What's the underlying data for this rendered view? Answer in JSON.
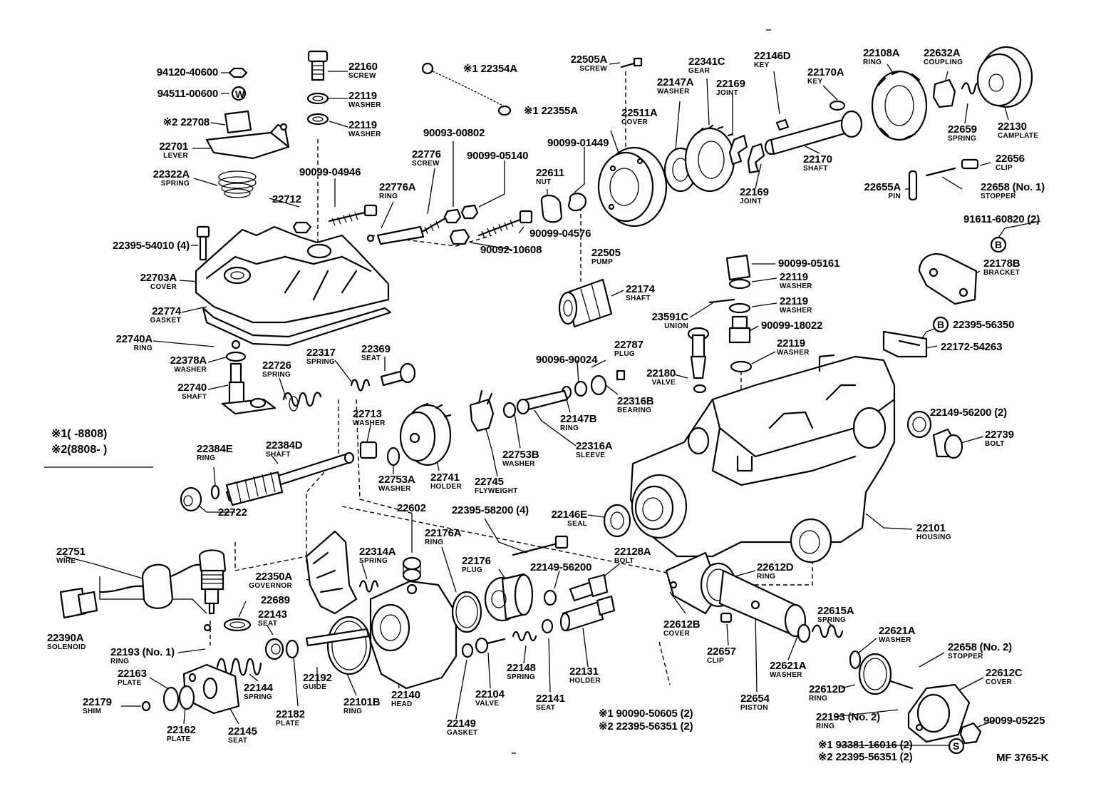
{
  "labels": [
    {
      "num": "22160",
      "desc": "SCREW"
    },
    {
      "num": "22119",
      "desc": "WASHER"
    },
    {
      "num": "22119",
      "desc": "WASHER"
    },
    {
      "num": "94120-40600"
    },
    {
      "num": "94511-00600"
    },
    {
      "num": "※2 22708"
    },
    {
      "num": "22701",
      "desc": "LEVER"
    },
    {
      "num": "22322A",
      "desc": "SPRING"
    },
    {
      "num": "22712"
    },
    {
      "num": "90099-04946"
    },
    {
      "num": "22395-54010 (4)"
    },
    {
      "num": "22703A",
      "desc": "COVER"
    },
    {
      "num": "22774",
      "desc": "GASKET"
    },
    {
      "num": "22740A",
      "desc": "RING"
    },
    {
      "num": "22378A",
      "desc": "WASHER"
    },
    {
      "num": "22740",
      "desc": "SHAFT"
    },
    {
      "num": "22726",
      "desc": "SPRING"
    },
    {
      "num": "22317",
      "desc": "SPRING"
    },
    {
      "num": "22369",
      "desc": "SEAT"
    },
    {
      "num": "※1 22354A"
    },
    {
      "num": "※1 22355A"
    },
    {
      "num": "90093-00802"
    },
    {
      "num": "22776",
      "desc": "SCREW"
    },
    {
      "num": "90099-05140"
    },
    {
      "num": "22776A",
      "desc": "RING"
    },
    {
      "num": "22505A",
      "desc": "SCREW"
    },
    {
      "num": "90099-01449"
    },
    {
      "num": "22611",
      "desc": "NUT"
    },
    {
      "num": "90099-04576"
    },
    {
      "num": "90092-10608"
    },
    {
      "num": "22511A",
      "desc": "COVER"
    },
    {
      "num": "22505",
      "desc": "PUMP"
    },
    {
      "num": "22341C",
      "desc": "GEAR"
    },
    {
      "num": "22147A",
      "desc": "WASHER"
    },
    {
      "num": "22169",
      "desc": "JOINT"
    },
    {
      "num": "22169",
      "desc": "JOINT"
    },
    {
      "num": "22146D",
      "desc": "KEY"
    },
    {
      "num": "22170A",
      "desc": "KEY"
    },
    {
      "num": "22170",
      "desc": "SHAFT"
    },
    {
      "num": "22108A",
      "desc": "RING"
    },
    {
      "num": "22632A",
      "desc": "COUPLING"
    },
    {
      "num": "22659",
      "desc": "SPRING"
    },
    {
      "num": "22130",
      "desc": "CAMPLATE"
    },
    {
      "num": "22656",
      "desc": "CLIP"
    },
    {
      "num": "22655A",
      "desc": "PIN"
    },
    {
      "num": "22658 (No. 1)",
      "desc": "STOPPER"
    },
    {
      "num": "91611-60820 (2)"
    },
    {
      "num": "22178B",
      "desc": "BRACKET"
    },
    {
      "num": "22174",
      "desc": "SHAFT"
    },
    {
      "num": "90099-05161"
    },
    {
      "num": "22119",
      "desc": "WASHER"
    },
    {
      "num": "22119",
      "desc": "WASHER"
    },
    {
      "num": "23591C",
      "desc": "UNION"
    },
    {
      "num": "90099-18022"
    },
    {
      "num": "22119",
      "desc": "WASHER"
    },
    {
      "num": "22395-56350"
    },
    {
      "num": "22172-54263"
    },
    {
      "num": "90096-90024"
    },
    {
      "num": "22787",
      "desc": "PLUG"
    },
    {
      "num": "22180",
      "desc": "VALVE"
    },
    {
      "num": "22316B",
      "desc": "BEARING"
    },
    {
      "num": "22147B",
      "desc": "RING"
    },
    {
      "num": "22316A",
      "desc": "SLEEVE"
    },
    {
      "num": "22753B",
      "desc": "WASHER"
    },
    {
      "num": "22745",
      "desc": "FLYWEIGHT"
    },
    {
      "num": "22741",
      "desc": "HOLDER"
    },
    {
      "num": "22753A",
      "desc": "WASHER"
    },
    {
      "num": "22713",
      "desc": "WASHER"
    },
    {
      "num": "22384D",
      "desc": "SHAFT"
    },
    {
      "num": "22384E",
      "desc": "RING"
    },
    {
      "num": "22722"
    },
    {
      "num": "22149-56200 (2)"
    },
    {
      "num": "22739",
      "desc": "BOLT"
    },
    {
      "num": "22101",
      "desc": "HOUSING"
    },
    {
      "num": "22146E",
      "desc": "SEAL"
    },
    {
      "num": "22395-58200 (4)"
    },
    {
      "num": "22602"
    },
    {
      "num": "22176A",
      "desc": "RING"
    },
    {
      "num": "22176",
      "desc": "PLUG"
    },
    {
      "num": "22149-56200"
    },
    {
      "num": "22128A",
      "desc": "BOLT"
    },
    {
      "num": "22612D",
      "desc": "RING"
    },
    {
      "num": "22751",
      "desc": "WIRE"
    },
    {
      "num": "22314A",
      "desc": "SPRING"
    },
    {
      "num": "22350A",
      "desc": "GOVERNOR"
    },
    {
      "num": "22689"
    },
    {
      "num": "22143",
      "desc": "SEAT"
    },
    {
      "num": "22390A",
      "desc": "SOLENOID"
    },
    {
      "num": "22193 (No. 1)",
      "desc": "RING"
    },
    {
      "num": "22163",
      "desc": "PLATE"
    },
    {
      "num": "22179",
      "desc": "SHIM"
    },
    {
      "num": "22162",
      "desc": "PLATE"
    },
    {
      "num": "22144",
      "desc": "SPRING"
    },
    {
      "num": "22145",
      "desc": "SEAT"
    },
    {
      "num": "22182",
      "desc": "PLATE"
    },
    {
      "num": "22192",
      "desc": "GUIDE"
    },
    {
      "num": "22101B",
      "desc": "RING"
    },
    {
      "num": "22140",
      "desc": "HEAD"
    },
    {
      "num": "22149",
      "desc": "GASKET"
    },
    {
      "num": "22104",
      "desc": "VALVE"
    },
    {
      "num": "22148",
      "desc": "SPRING"
    },
    {
      "num": "22141",
      "desc": "SEAT"
    },
    {
      "num": "22131",
      "desc": "HOLDER"
    },
    {
      "num": "22612B",
      "desc": "COVER"
    },
    {
      "num": "22657",
      "desc": "CLIP"
    },
    {
      "num": "22654",
      "desc": "PISTON"
    },
    {
      "num": "22621A",
      "desc": "WASHER"
    },
    {
      "num": "22615A",
      "desc": "SPRING"
    },
    {
      "num": "22621A",
      "desc": "WASHER"
    },
    {
      "num": "22658 (No. 2)",
      "desc": "STOPPER"
    },
    {
      "num": "22612C",
      "desc": "COVER"
    },
    {
      "num": "22612D",
      "desc": "RING"
    },
    {
      "num": "22193 (No. 2)",
      "desc": "RING"
    },
    {
      "num": "90099-05225"
    },
    {
      "num": "※1 90090-50605 (2)"
    },
    {
      "num": "※2 22395-56351 (2)"
    },
    {
      "num": "※1 93381-16016 (2)"
    },
    {
      "num": "※2 22395-56351 (2)"
    }
  ],
  "legend": {
    "line1": "※1(      -8808)",
    "line2": "※2(8808-      )"
  },
  "ref_letters": [
    "W",
    "B",
    "B",
    "S"
  ],
  "figure_code": "MF 3765-K"
}
